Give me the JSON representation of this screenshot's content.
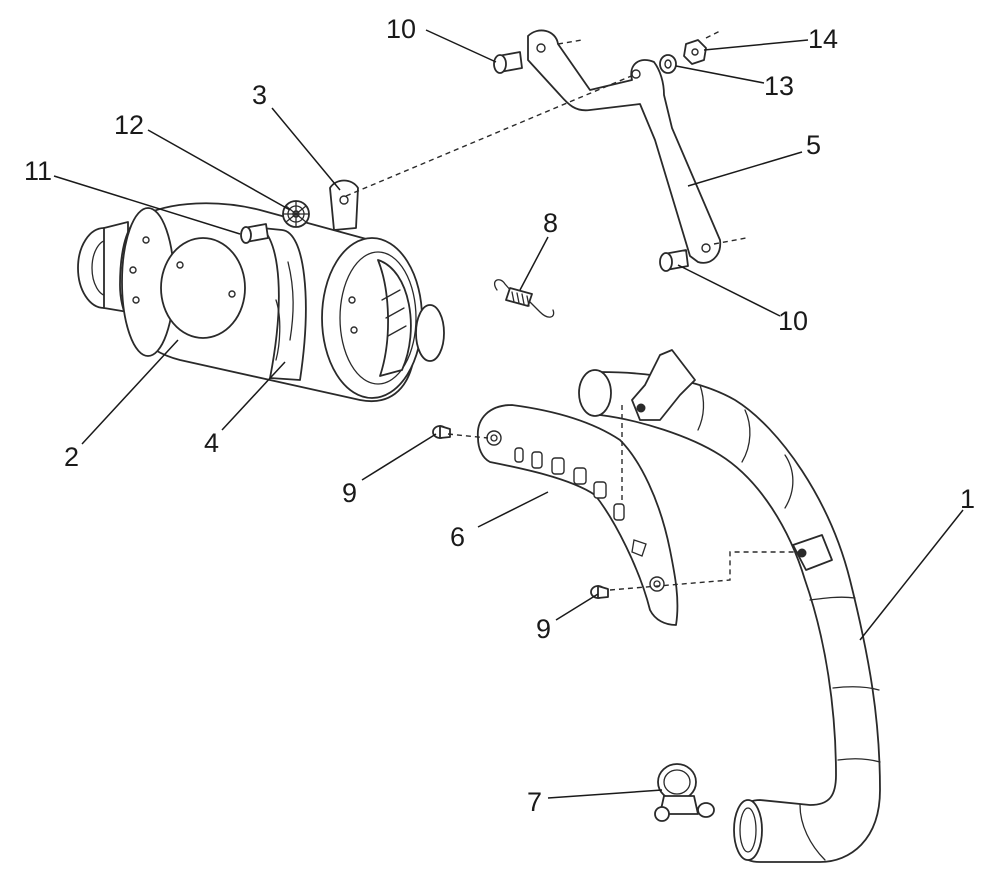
{
  "callouts": [
    {
      "id": "c1",
      "text": "1"
    },
    {
      "id": "c2",
      "text": "2"
    },
    {
      "id": "c3",
      "text": "3"
    },
    {
      "id": "c4",
      "text": "4"
    },
    {
      "id": "c5",
      "text": "5"
    },
    {
      "id": "c6",
      "text": "6"
    },
    {
      "id": "c7",
      "text": "7"
    },
    {
      "id": "c8",
      "text": "8"
    },
    {
      "id": "c9a",
      "text": "9"
    },
    {
      "id": "c9b",
      "text": "9"
    },
    {
      "id": "c10a",
      "text": "10"
    },
    {
      "id": "c10b",
      "text": "10"
    },
    {
      "id": "c11",
      "text": "11"
    },
    {
      "id": "c12",
      "text": "12"
    },
    {
      "id": "c13",
      "text": "13"
    },
    {
      "id": "c14",
      "text": "14"
    }
  ],
  "colors": {
    "line": "#2a2a2a",
    "background": "#ffffff"
  }
}
